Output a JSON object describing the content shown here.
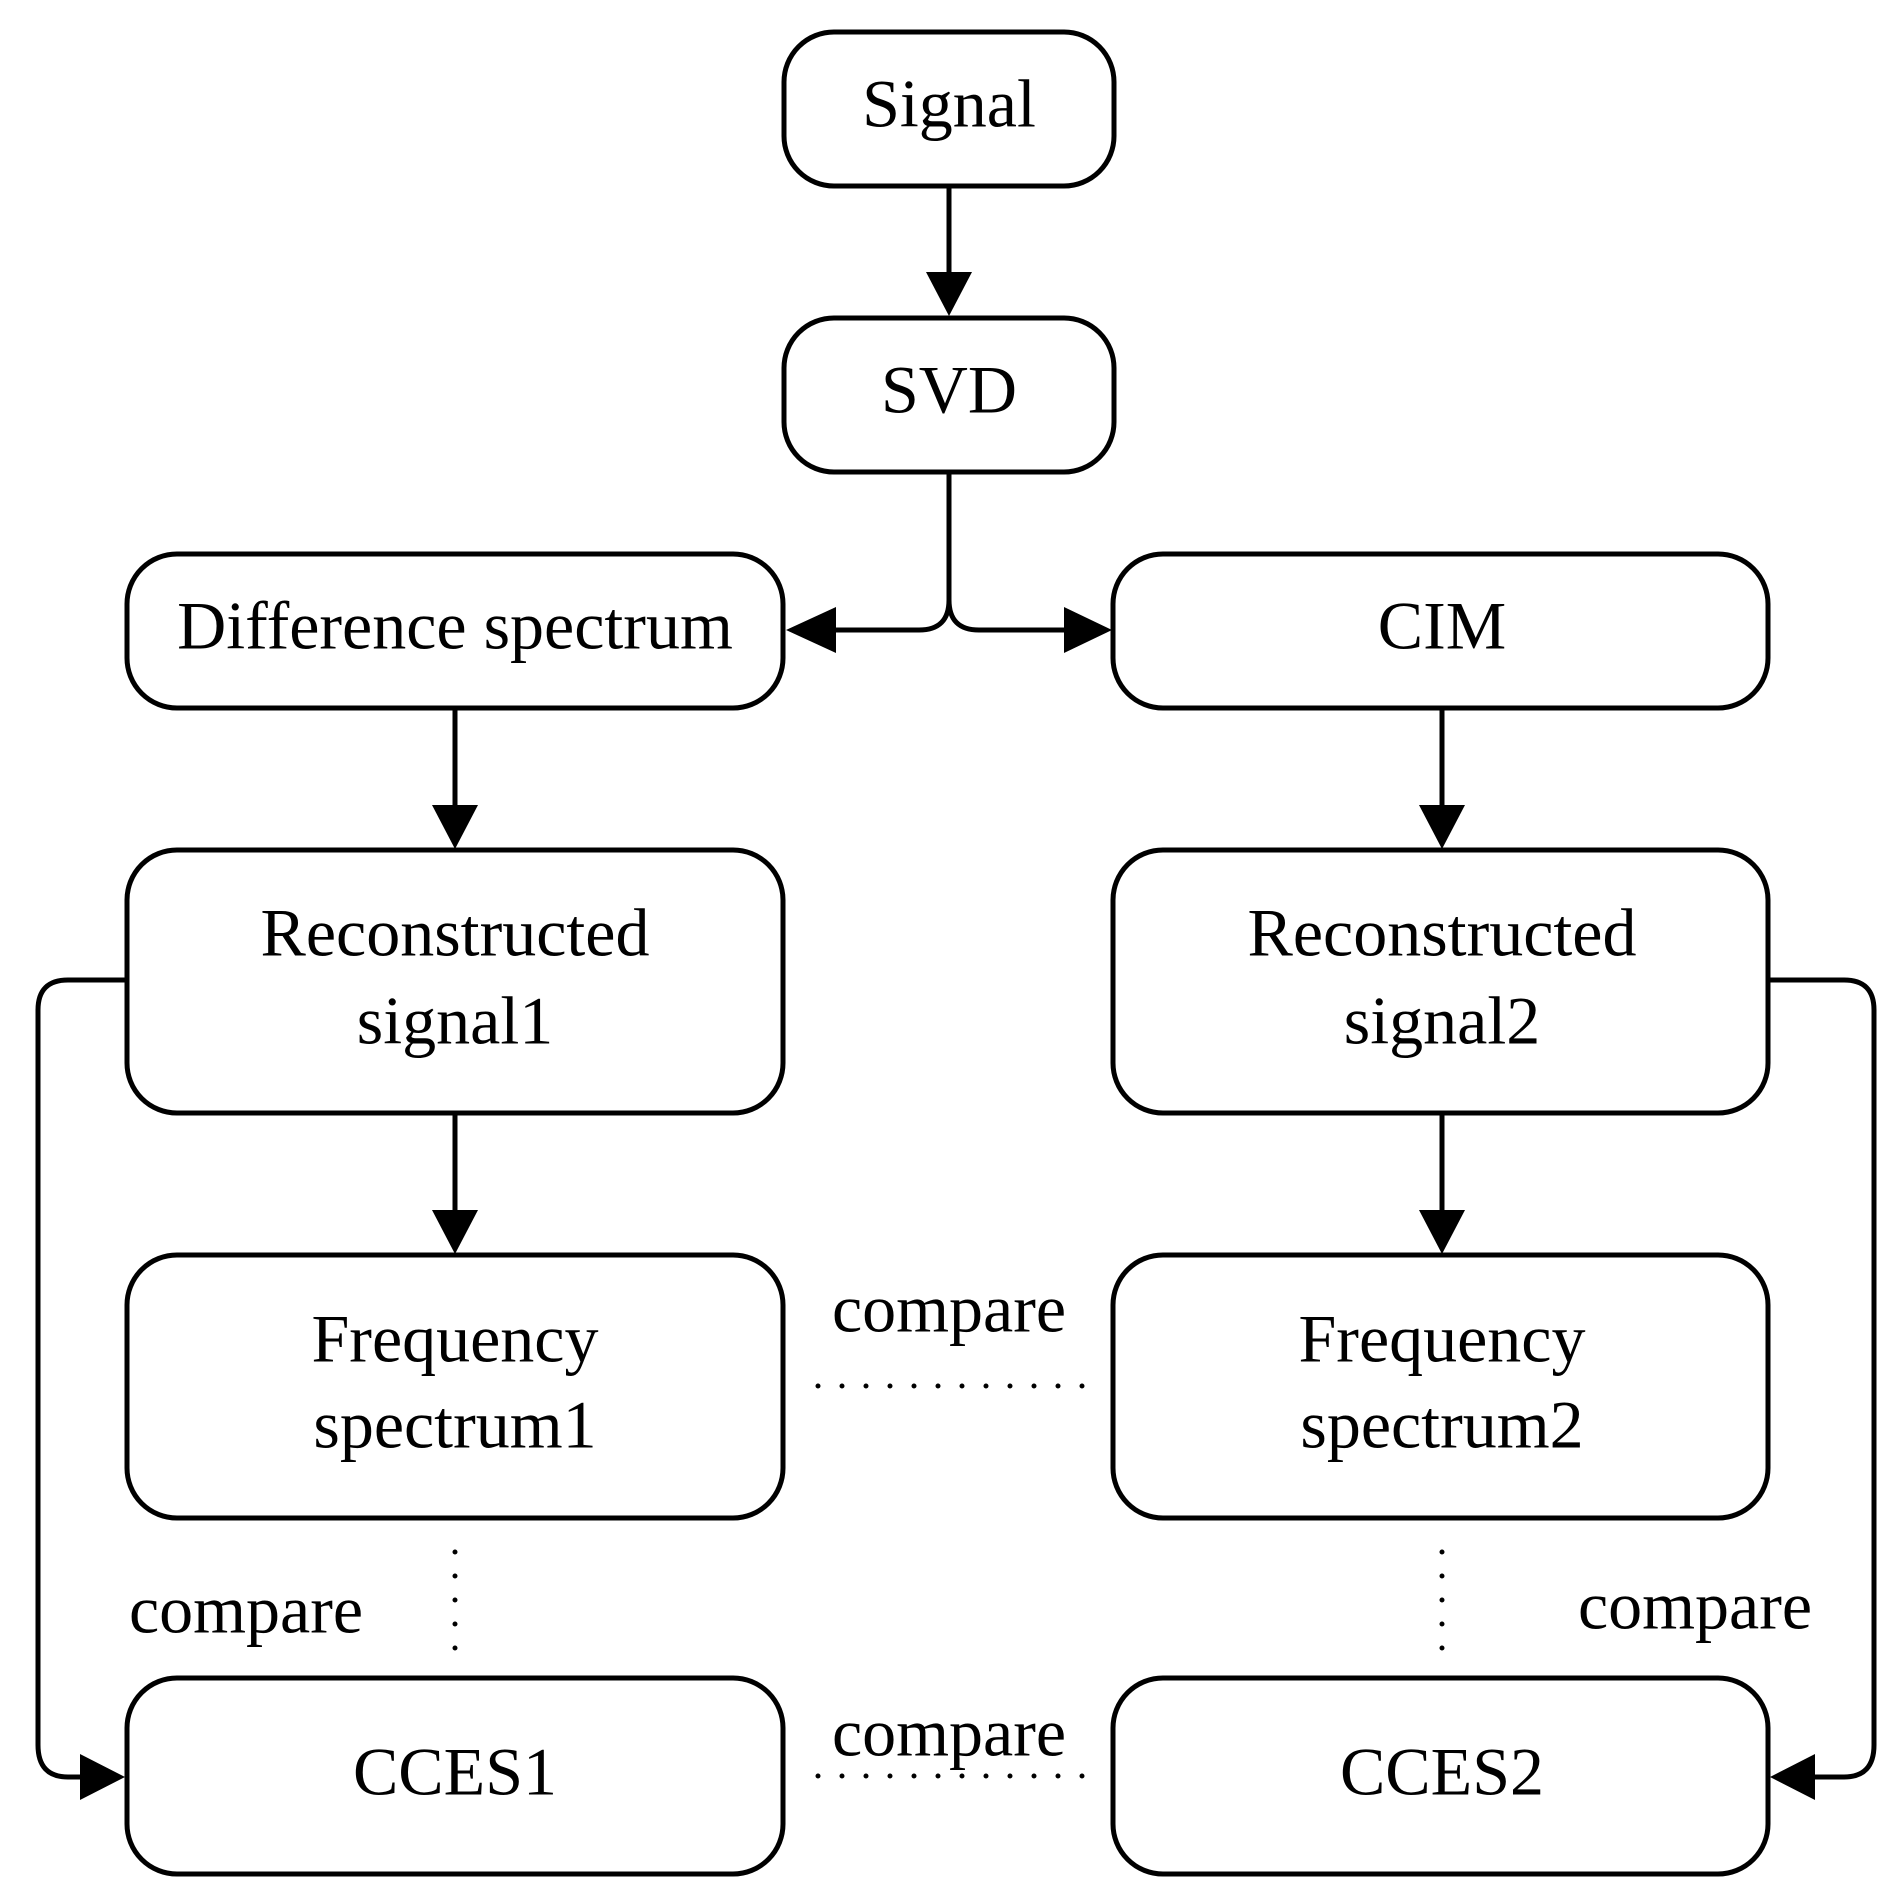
{
  "nodes": {
    "signal": {
      "lines": [
        "Signal"
      ]
    },
    "svd": {
      "lines": [
        "SVD"
      ]
    },
    "difference_spectrum": {
      "lines": [
        "Difference spectrum"
      ]
    },
    "cim": {
      "lines": [
        "CIM"
      ]
    },
    "reconstructed1": {
      "lines": [
        "Reconstructed",
        "signal1"
      ]
    },
    "reconstructed2": {
      "lines": [
        "Reconstructed",
        "signal2"
      ]
    },
    "frequency1": {
      "lines": [
        "Frequency",
        "spectrum1"
      ]
    },
    "frequency2": {
      "lines": [
        "Frequency",
        "spectrum2"
      ]
    },
    "cces1": {
      "lines": [
        "CCES1"
      ]
    },
    "cces2": {
      "lines": [
        "CCES2"
      ]
    }
  },
  "labels": {
    "compare_frequency": "compare",
    "compare_cces": "compare",
    "compare_left": "compare",
    "compare_right": "compare"
  },
  "colors": {
    "stroke": "#000000",
    "fill": "#ffffff"
  }
}
